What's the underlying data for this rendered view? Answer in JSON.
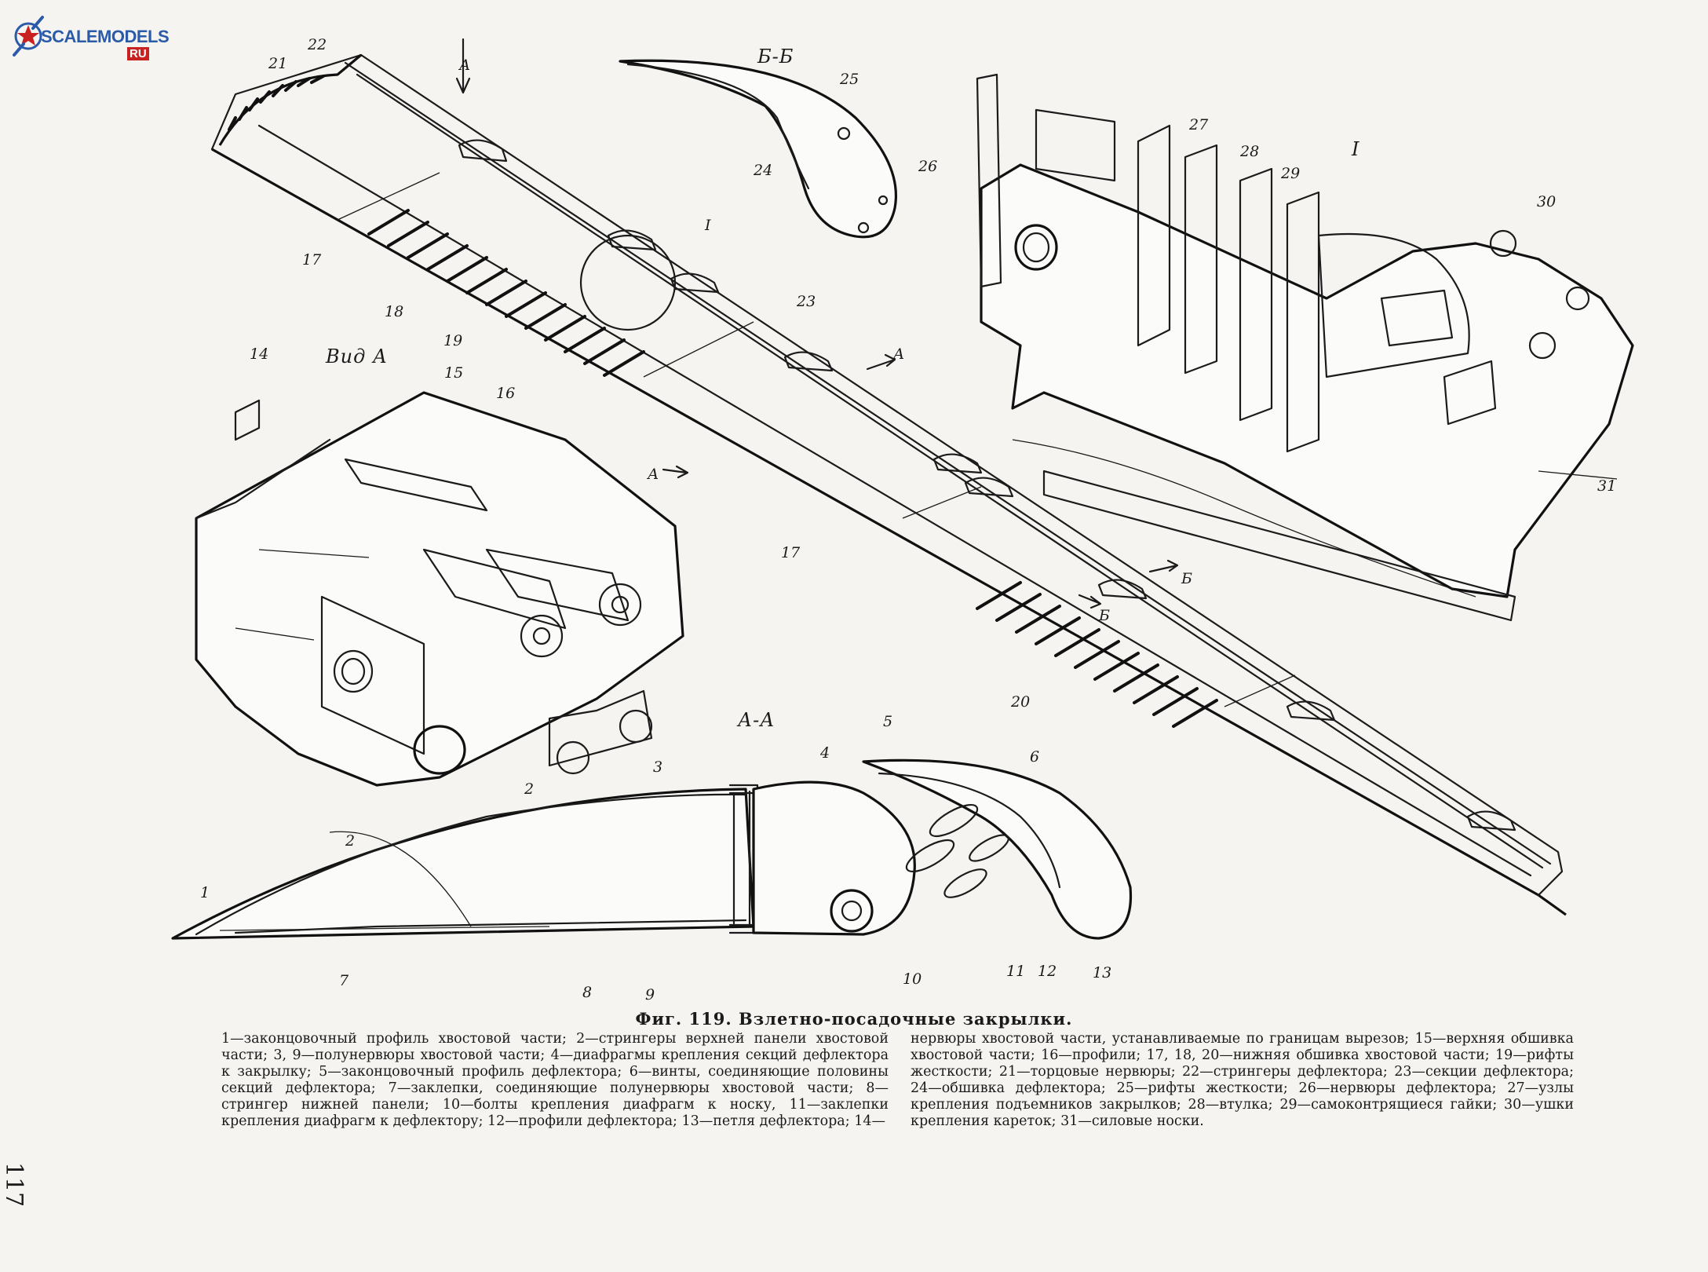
{
  "watermark": {
    "brand": "SCALEMODELS",
    "suffix": "RU",
    "colors": {
      "blue": "#2a5aa8",
      "red": "#c8211f"
    }
  },
  "section_labels": {
    "bb": "Б-Б",
    "view_a": "Вид А",
    "aa": "А-А",
    "detail_i": "I",
    "detail_i_circle": "I",
    "arrow_a_top": "А",
    "arrow_a_mid1": "А",
    "arrow_a_mid2": "А",
    "arrow_b1": "Б",
    "arrow_b2": "Б"
  },
  "callouts": [
    "21",
    "22",
    "17",
    "18",
    "19",
    "25",
    "24",
    "26",
    "23",
    "17",
    "20",
    "14",
    "15",
    "16",
    "27",
    "28",
    "29",
    "30",
    "31",
    "1",
    "2",
    "2",
    "3",
    "4",
    "5",
    "6",
    "7",
    "8",
    "9",
    "10",
    "11",
    "12",
    "13"
  ],
  "caption": {
    "title": "Фиг. 119. Взлетно-посадочные закрылки.",
    "left": "1—законцовочный профиль хвостовой части; 2—стрингеры верхней панели хвостовой части; 3, 9—полунервюры хвостовой части; 4—диафрагмы крепления секций дефлектора к закрылку; 5—законцовочный профиль дефлектора; 6—винты, соединяющие половины секций дефлектора; 7—заклепки, соединяющие полунервюры хвостовой части; 8—стрингер нижней панели; 10—болты крепления диафрагм к носку, 11—заклепки крепления диафрагм к дефлектору; 12—профили дефлектора; 13—петля дефлектора; 14—",
    "right": "нервюры хвостовой части, устанавливаемые по границам вырезов; 15—верхняя обшивка хвостовой части; 16—профили; 17, 18, 20—нижняя обшивка хвостовой части; 19—рифты жесткости; 21—торцовые нервюры; 22—стрингеры дефлектора; 23—секции дефлектора; 24—обшивка дефлектора; 25—рифты жесткости; 26—нервюры дефлектора; 27—узлы крепления подъемников закрылков; 28—втулка; 29—самоконтрящиеся гайки; 30—ушки крепления кареток; 31—силовые носки."
  },
  "page_number": "117"
}
